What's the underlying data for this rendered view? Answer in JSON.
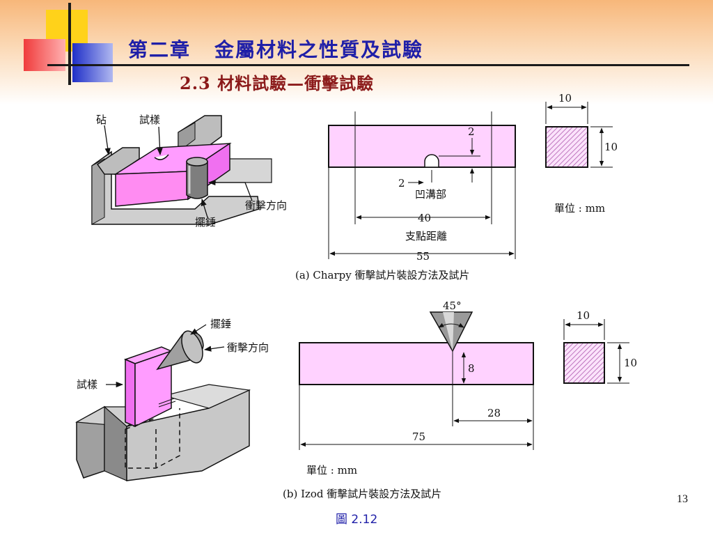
{
  "header": {
    "chapter": "第二章",
    "chapter_title": "金屬材料之性質及試驗",
    "section": "2.3 材料試驗—衝擊試驗"
  },
  "charpy": {
    "labels": {
      "anvil": "砧",
      "specimen": "試樣",
      "pendulum": "擺錘",
      "impact_dir": "衝擊方向",
      "notch": "凹溝部",
      "span": "支點距離",
      "unit": "單位 : mm"
    },
    "dims": {
      "notch_depth": "2",
      "notch_width": "2",
      "span": "40",
      "length": "55",
      "section_w": "10",
      "section_h": "10"
    },
    "caption": "(a) Charpy 衝擊試片裝設方法及試片"
  },
  "izod": {
    "labels": {
      "pendulum": "擺錘",
      "impact_dir": "衝擊方向",
      "specimen": "試樣",
      "unit": "單位 : mm"
    },
    "dims": {
      "angle": "45°",
      "depth": "8",
      "offset": "28",
      "length": "75",
      "section_w": "10",
      "section_h": "10"
    },
    "caption": "(b) Izod 衝擊試片裝設方法及試片"
  },
  "figure_label": "圖 2.12",
  "page_number": "13",
  "colors": {
    "title": "#1f1fa8",
    "subtitle": "#8b1a1a",
    "specimen_fill": "#ffd2ff",
    "specimen_fill_3d": "#f58cf5",
    "hatch": "#b05ab0"
  }
}
